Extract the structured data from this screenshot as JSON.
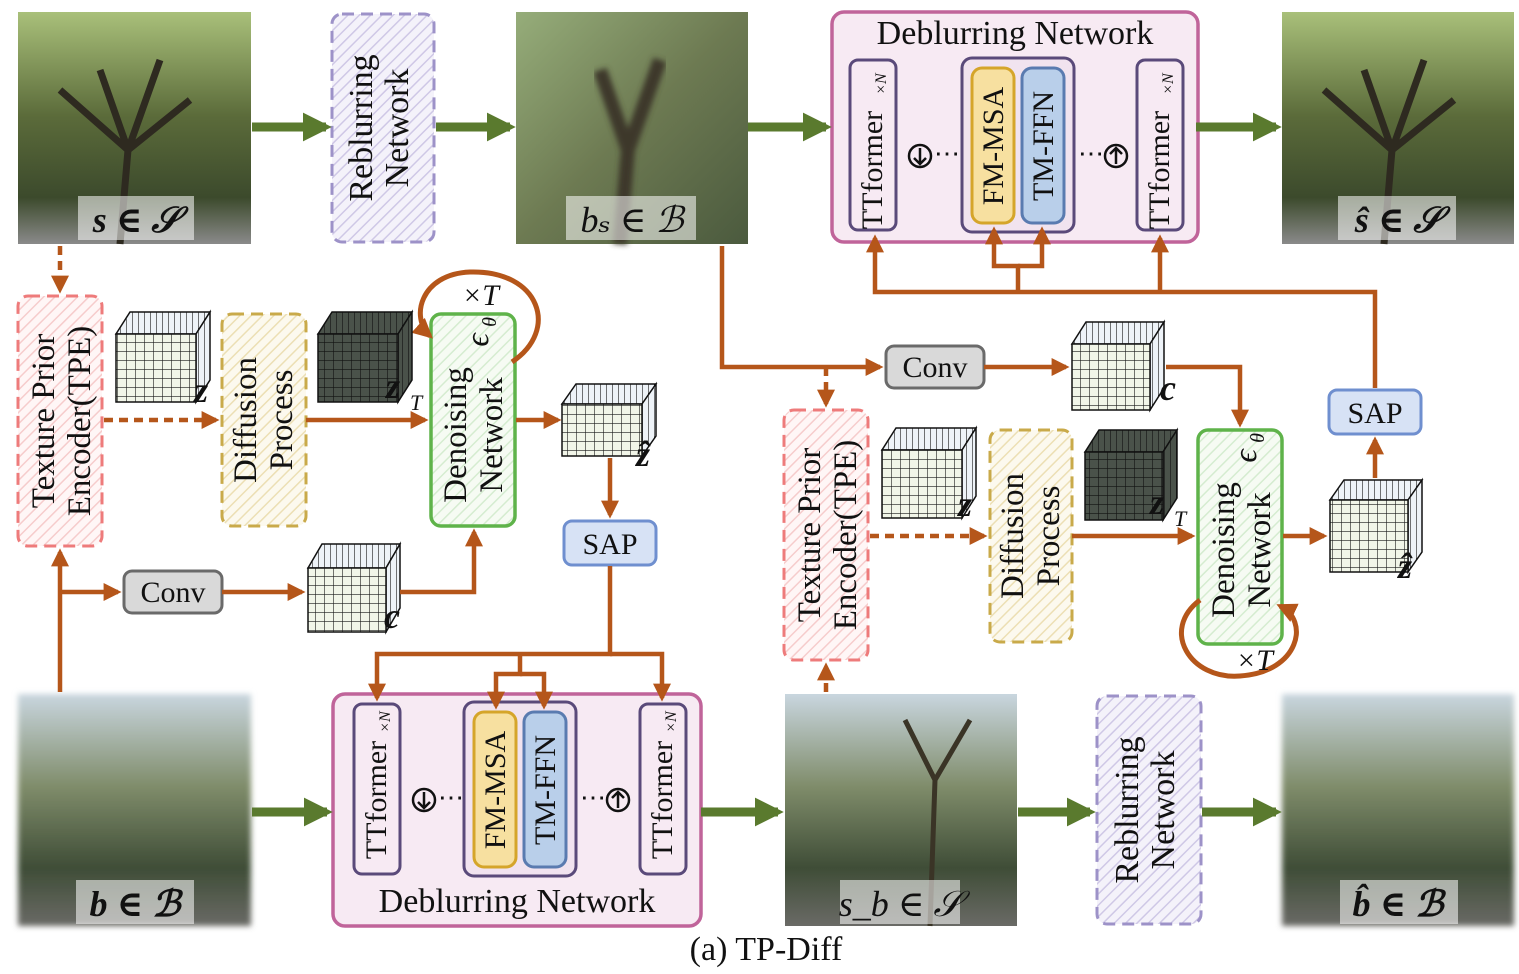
{
  "caption": "(a) TP-Diff",
  "colors": {
    "green_arrow": "#5a7a2e",
    "brown_arrow": "#b5561a",
    "deblur_border": "#c0649a",
    "deblur_fill": "#f7eaf3",
    "reblur_border": "#9d92c8",
    "tpe_border": "#ee7b7b",
    "diffusion_border": "#c9aa4a",
    "denoise_border": "#5fb34a",
    "sap_fill": "#d7e2f5",
    "sap_border": "#6f8fcf",
    "conv_fill": "#d9d9d9",
    "fmmsa_fill": "#f7e0a0",
    "tmffn_fill": "#b9cfea",
    "ttformer_border": "#5a4a7a"
  },
  "top": {
    "input_label": "s ∈ 𝒮",
    "reblur_label_1": "Reblurring",
    "reblur_label_2": "Network",
    "blurred_label": "bₛ ∈ ℬ",
    "deblur_title": "Deblurring Network",
    "output_label": "ŝ ∈ 𝒮",
    "ttformer_left": "TTformer",
    "ttformer_left_sub": "×N",
    "fm_msa": "FM-MSA",
    "tm_ffn": "TM-FFN",
    "ttformer_right": "TTformer",
    "ttformer_right_sub": "×N"
  },
  "left": {
    "tpe_1": "Texture Prior",
    "tpe_2": "Encoder(TPE)",
    "z": "z",
    "diff_1": "Diffusion",
    "diff_2": "Process",
    "zT": "z",
    "zT_sub": "T",
    "den_1": "Denoising",
    "den_2": "Network",
    "eps": "ϵ",
    "eps_sub": "θ",
    "times_T": "×T",
    "zhat": "ẑ",
    "sap": "SAP",
    "conv": "Conv",
    "c": "c"
  },
  "right": {
    "conv": "Conv",
    "c": "c",
    "sap": "SAP",
    "tpe_1": "Texture Prior",
    "tpe_2": "Encoder(TPE)",
    "z": "z",
    "diff_1": "Diffusion",
    "diff_2": "Process",
    "zT": "z",
    "zT_sub": "T",
    "den_1": "Denoising",
    "den_2": "Network",
    "eps": "ϵ",
    "eps_sub": "θ",
    "times_T": "×T",
    "zhat": "ẑ"
  },
  "bottom": {
    "input_label": "b ∈ ℬ",
    "deblur_title": "Deblurring Network",
    "ttformer_left": "TTformer",
    "ttformer_left_sub": "×N",
    "fm_msa": "FM-MSA",
    "tm_ffn": "TM-FFN",
    "ttformer_right": "TTformer",
    "ttformer_right_sub": "×N",
    "sharp_label": "s_b ∈ 𝒮",
    "reblur_label_1": "Reblurring",
    "reblur_label_2": "Network",
    "output_label": "b̂ ∈ ℬ"
  }
}
